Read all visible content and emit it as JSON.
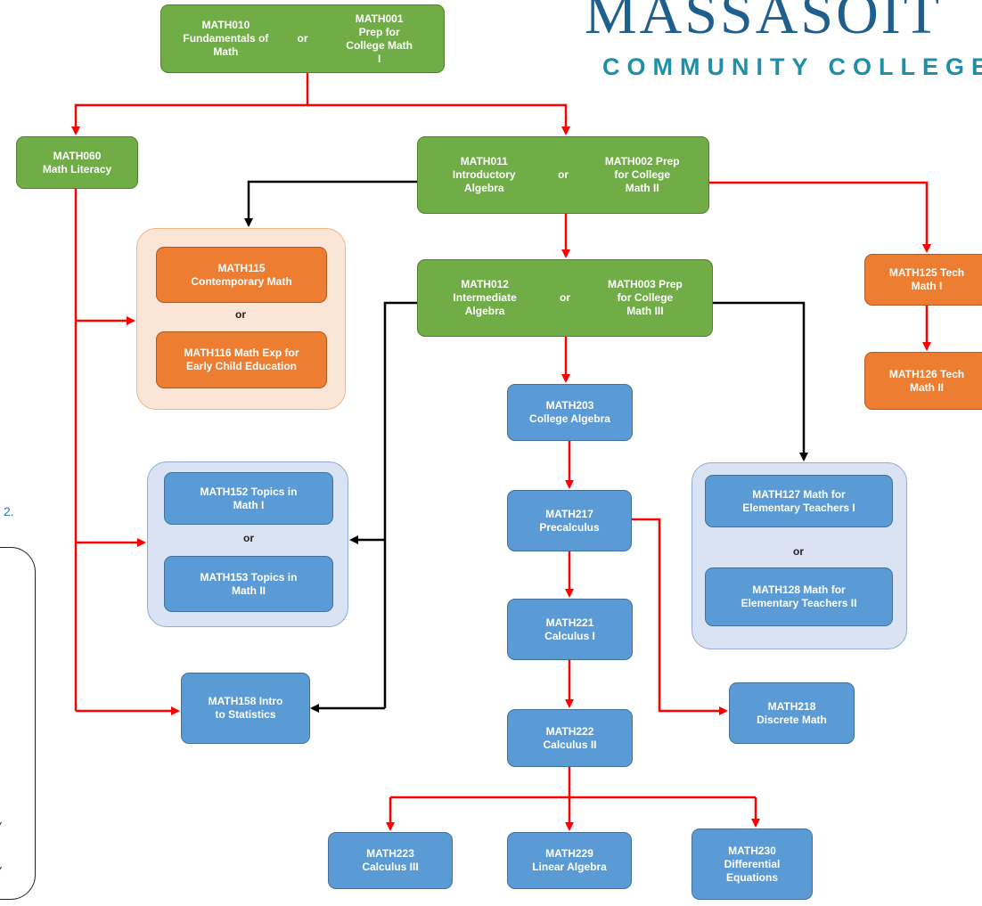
{
  "logo": {
    "line1": "MASSASOIT",
    "line2": "COMMUNITY COLLEGE"
  },
  "side_fragment": "2.",
  "or_label": "or",
  "courses": {
    "math010": "MATH010\nFundamentals of\nMath",
    "math001": "MATH001\nPrep for\nCollege Math\nI",
    "math060": "MATH060\nMath Literacy",
    "math011": "MATH011\nIntroductory\nAlgebra",
    "math002": "MATH002 Prep\nfor College\nMath II",
    "math012": "MATH012\nIntermediate\nAlgebra",
    "math003": "MATH003 Prep\nfor College\nMath III",
    "math115": "MATH115\nContemporary Math",
    "math116": "MATH116 Math Exp for\nEarly Child Education",
    "math125": "MATH125 Tech\nMath I",
    "math126": "MATH126 Tech\nMath II",
    "math203": "MATH203\nCollege Algebra",
    "math217": "MATH217\nPrecalculus",
    "math152": "MATH152 Topics in\nMath I",
    "math153": "MATH153 Topics in\nMath II",
    "math127": "MATH127 Math for\nElementary Teachers I",
    "math128": "MATH128 Math for\nElementary Teachers II",
    "math221": "MATH221\nCalculus I",
    "math222": "MATH222\nCalculus II",
    "math158": "MATH158 Intro\nto Statistics",
    "math218": "MATH218\nDiscrete Math",
    "math223": "MATH223\nCalculus III",
    "math229": "MATH229\nLinear Algebra",
    "math230": "MATH230\nDifferential\nEquations"
  },
  "colors": {
    "required_path": "#ff0000",
    "alternate_path": "#000000",
    "developmental": "#70ad47",
    "career": "#ed7d31",
    "transfer": "#5b9bd5"
  }
}
